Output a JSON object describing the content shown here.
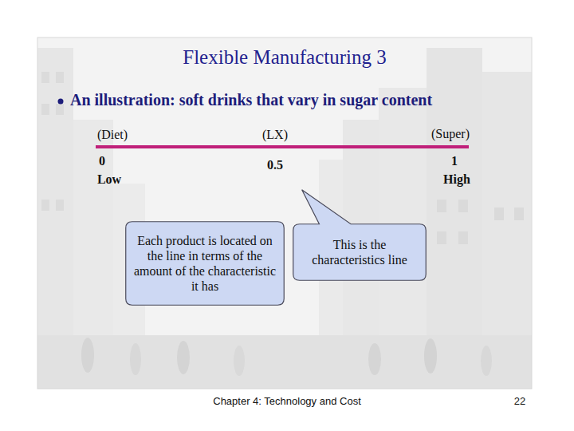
{
  "diagram": {
    "title": "Flexible Manufacturing 3",
    "nodes": [
      {
        "text": [
          "Each product is located on the line in terms of the amount of the characteristic it has"
        ]
      },
      {
        "text": [
          "This is the characteristics line"
        ]
      }
    ],
    "labels": [
      "An illustration: soft drinks that vary in sugar content",
      "(Diet)",
      "(LX)",
      "(Super)",
      "0",
      "Low",
      "0.5",
      "1",
      "High",
      "Chapter 4: Technology and Cost",
      "22"
    ]
  }
}
